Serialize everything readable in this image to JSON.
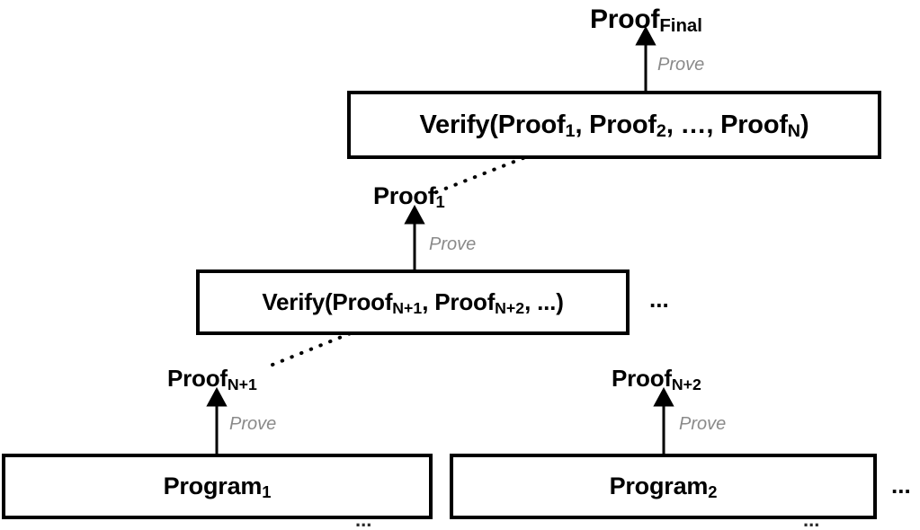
{
  "diagram": {
    "title": "Recursive proof aggregation diagram",
    "colors": {
      "stroke": "#000000",
      "background": "#ffffff",
      "edge_label": "#8a8a8a"
    },
    "top_label": {
      "base": "Proof",
      "subscript": "Final",
      "name": "proof-final"
    },
    "boxes": [
      {
        "name": "verify-top",
        "text_parts": [
          {
            "base": "Verify(Proof",
            "sub": "1"
          },
          {
            "base": ", Proof",
            "sub": "2"
          },
          {
            "base": ", …, Proof",
            "sub": "N"
          },
          {
            "base": ")",
            "sub": ""
          }
        ],
        "plain": "Verify(Proof1, Proof2, …, ProofN)"
      },
      {
        "name": "verify-mid",
        "text_parts": [
          {
            "base": "Verify(Proof",
            "sub": "N+1"
          },
          {
            "base": ", Proof",
            "sub": "N+2"
          },
          {
            "base": ", ...)",
            "sub": ""
          }
        ],
        "plain": "Verify(ProofN+1, ProofN+2, ...)"
      },
      {
        "name": "program-1",
        "base": "Program",
        "subscript": "1",
        "plain": "Program1"
      },
      {
        "name": "program-2",
        "base": "Program",
        "subscript": "2",
        "plain": "Program2"
      }
    ],
    "intermediate_labels": [
      {
        "name": "proof-1",
        "base": "Proof",
        "subscript": "1"
      },
      {
        "name": "proof-n-1",
        "base": "Proof",
        "subscript": "N+1"
      },
      {
        "name": "proof-n-2",
        "base": "Proof",
        "subscript": "N+2"
      }
    ],
    "edge_labels": {
      "prove_final": "Prove",
      "prove_mid": "Prove",
      "prove_bottom_1": "Prove",
      "prove_bottom_2": "Prove"
    },
    "ellipses": {
      "mid_right": "...",
      "bottom_right": "...",
      "under_program_1": "...",
      "under_program_2": "..."
    }
  }
}
